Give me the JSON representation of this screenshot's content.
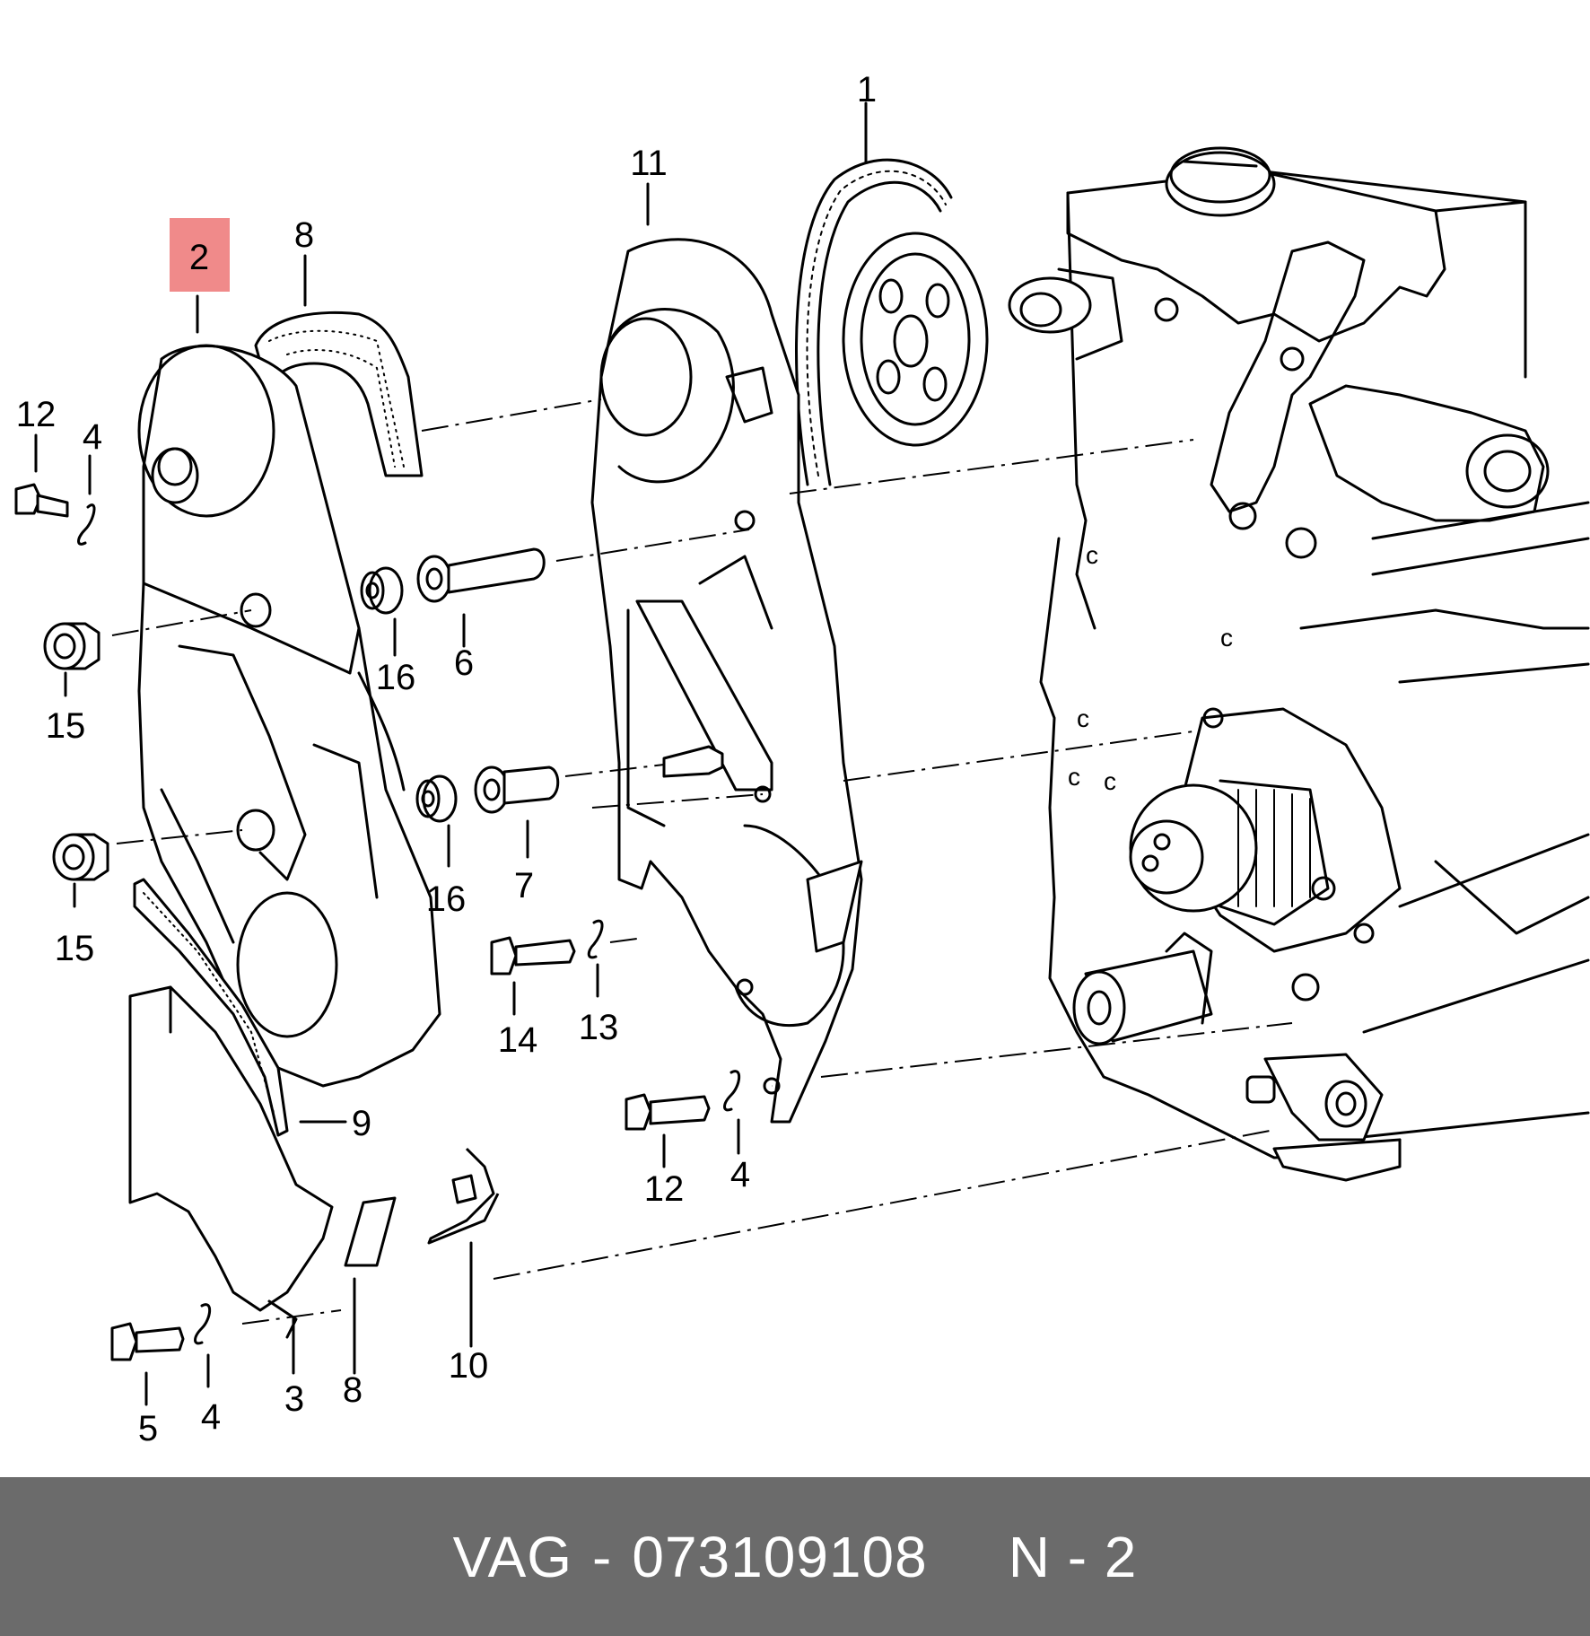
{
  "diagram": {
    "highlight_color": "#f08a8a",
    "callouts": {
      "c1": "1",
      "c2": "2",
      "c3": "3",
      "c4a": "4",
      "c4b": "4",
      "c4c": "4",
      "c5": "5",
      "c6": "6",
      "c7": "7",
      "c8a": "8",
      "c8b": "8",
      "c9": "9",
      "c10": "10",
      "c11": "11",
      "c12a": "12",
      "c12b": "12",
      "c13": "13",
      "c14": "14",
      "c15a": "15",
      "c15b": "15",
      "c16a": "16",
      "c16b": "16"
    }
  },
  "footer": {
    "brand": "VAG",
    "separator": "-",
    "part_number": "073109108",
    "position_label": "N - 2"
  }
}
